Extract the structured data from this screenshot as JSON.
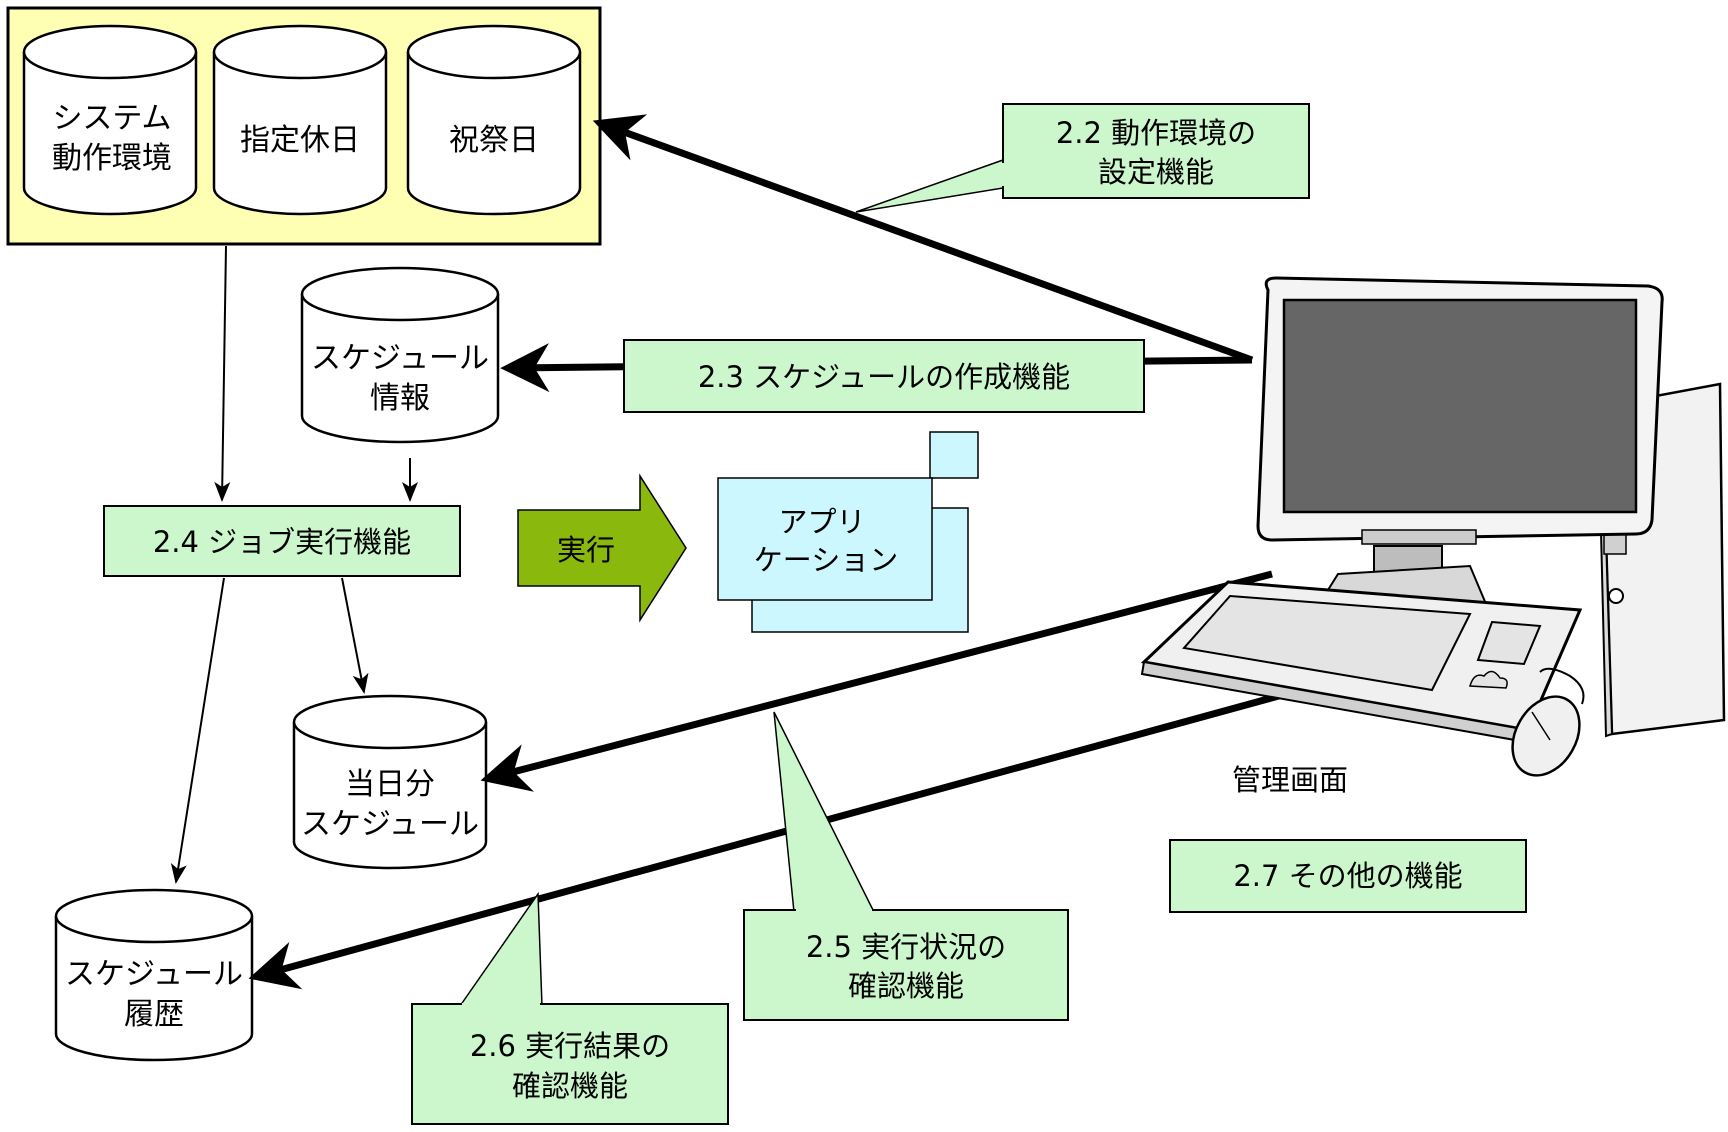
{
  "colors": {
    "panel_fill": "#ffffb3",
    "panel_border": "#000000",
    "label_fill": "#ccf7cc",
    "exec_arrow_fill": "#8ab80c",
    "app_fill": "#ccf7ff",
    "stroke": "#000000"
  },
  "databases": {
    "system_env": {
      "line1": "システム",
      "line2": "動作環境"
    },
    "holidays": {
      "line1": "指定休日"
    },
    "national_holidays": {
      "line1": "祝祭日"
    },
    "schedule_info": {
      "line1": "スケジュール",
      "line2": "情報"
    },
    "today_schedule": {
      "line1": "当日分",
      "line2": "スケジュール"
    },
    "schedule_history": {
      "line1": "スケジュール",
      "line2": "履歴"
    }
  },
  "functions": {
    "env_settings": {
      "line1": "2.2 動作環境の",
      "line2": "設定機能"
    },
    "schedule_create": {
      "line1": "2.3 スケジュールの作成機能"
    },
    "job_exec": {
      "line1": "2.4 ジョブ実行機能"
    },
    "status_check": {
      "line1": "2.5 実行状況の",
      "line2": "確認機能"
    },
    "result_check": {
      "line1": "2.6 実行結果の",
      "line2": "確認機能"
    },
    "other": {
      "line1": "2.7 その他の機能"
    }
  },
  "execute": {
    "label": "実行"
  },
  "application": {
    "line1": "アプリ",
    "line2": "ケーション"
  },
  "admin_screen": {
    "label": "管理画面",
    "icon": "computer-icon"
  }
}
